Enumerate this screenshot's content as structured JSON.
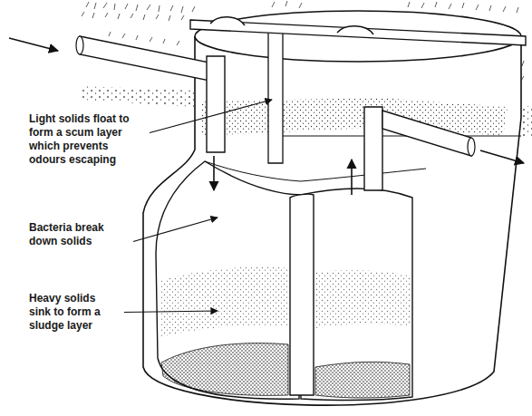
{
  "diagram": {
    "labels": [
      "Light solids float to form a scum layer which prevents odours escaping",
      "Bacteria break down solids",
      "Heavy solids sink to form a sludge layer"
    ]
  }
}
